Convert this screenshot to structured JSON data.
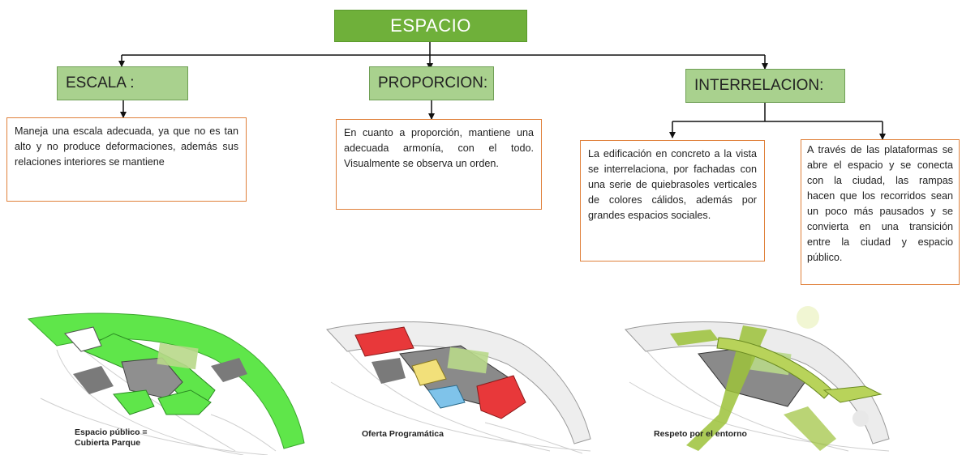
{
  "title": "ESPACIO",
  "categories": {
    "escala": "ESCALA :",
    "proporcion": "PROPORCION:",
    "interrelacion": "INTERRELACION:"
  },
  "notes": {
    "escala": "Maneja una escala adecuada, ya que no es tan alto y no produce deformaciones, además sus relaciones interiores se mantiene",
    "proporcion": "En cuanto a proporción, mantiene una adecuada armonía, con el todo. Visualmente se observa un orden.",
    "interrelacion_1": "La edificación en concreto a la vista se interrelaciona, por fachadas con una serie de quiebrasoles verticales de colores cálidos, además por grandes espacios sociales.",
    "interrelacion_2": "A través de las plataformas se abre el espacio y se conecta con la ciudad, las rampas hacen que los recorridos sean un poco más pausados y se convierta en una transición entre la ciudad y espacio público."
  },
  "captions": {
    "panel_1_line_1": "Espacio público =",
    "panel_1_line_2": "Cubierta Parque",
    "panel_2": "Oferta Programática",
    "panel_3": "Respeto por el entorno"
  },
  "colors": {
    "title_fill": "#6fb03a",
    "category_fill": "#a9d18e",
    "note_border": "#e0803a",
    "park_green": "#5fe64a",
    "program_red": "#e8383a",
    "program_yellow": "#f2e07a",
    "program_blue": "#7fc3ea",
    "ramp_green": "#9cc23a"
  }
}
